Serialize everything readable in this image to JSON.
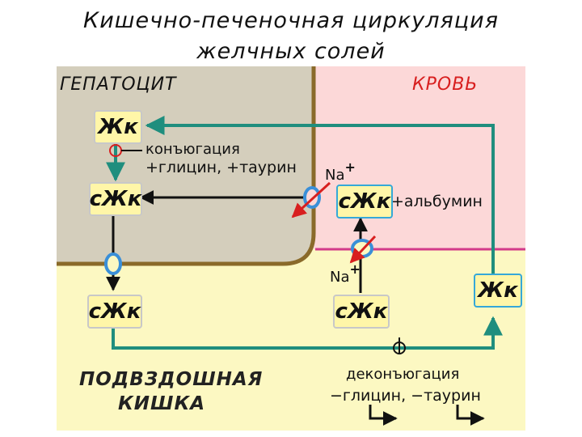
{
  "title": {
    "line1": "Кишечно-печеночная циркуляция",
    "line2": "желчных солей"
  },
  "regions": {
    "hepatocyte": "ГЕПАТОЦИТ",
    "blood": "КРОВЬ",
    "intestine_line1": "ПОДВЗДОШНАЯ",
    "intestine_line2": "КИШКА"
  },
  "boxes": {
    "zhk_hepatocyte": "Жк",
    "szhk_hepatocyte": "сЖк",
    "szhk_blood": "сЖк",
    "zhk_blood": "Жк",
    "szhk_intestine": "сЖк",
    "szhk_enterocyte": "сЖк"
  },
  "labels": {
    "conjugation": "конъюгация",
    "conj_reagents": "+глицин, +таурин",
    "albumin": "+альбумин",
    "sodium": "Na",
    "sodium_charge": "+",
    "deconjugation": "деконъюгация",
    "deconj_products": "−глицин,  −таурин"
  },
  "colors": {
    "hepatocyte_bg": "#d4cebc",
    "hepatocyte_border": "#8a6a2a",
    "blood_bg": "#fcd8d8",
    "intestine_bg": "#fcf8c2",
    "teal_arrow": "#1f8e7e",
    "black_arrow": "#111111",
    "transporter": "#3a8fd8",
    "red_arrow": "#d81f1f",
    "boundary_magenta": "#d23a8a",
    "label_red": "#d81f1f"
  }
}
